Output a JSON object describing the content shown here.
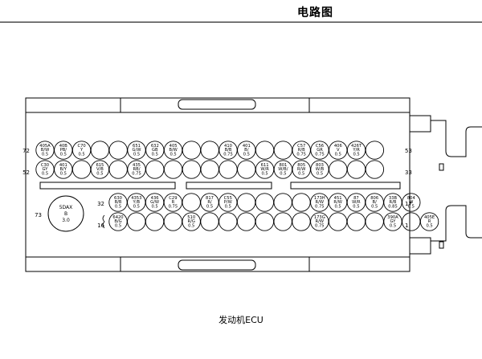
{
  "header": {
    "title": "电路图"
  },
  "caption": "发动机ECU",
  "big_pin": {
    "lines": [
      "5DAX",
      "B",
      "3.0"
    ],
    "number": "73"
  },
  "row_numbers": {
    "row1_left": "72",
    "row1_right": "53",
    "row2_left": "52",
    "row2_right": "33",
    "row3_left": "32",
    "row3_right": "17",
    "row4_left": "16",
    "row4_right": "1"
  },
  "rows": [
    [
      [
        "405A",
        "B/W",
        "0.5"
      ],
      [
        "40B",
        "PB/",
        "0.5"
      ],
      [
        "C70",
        "Y",
        "0.5"
      ],
      [
        "",
        "",
        ""
      ],
      [
        "",
        "",
        ""
      ],
      [
        "651",
        "G/W",
        "0.5"
      ],
      [
        "632",
        "GB",
        "0.5"
      ],
      [
        "405",
        "B/W",
        "0.5"
      ],
      [
        "",
        "",
        ""
      ],
      [
        "",
        "",
        ""
      ],
      [
        "410",
        "B/B",
        "0.75"
      ],
      [
        "401",
        "B/",
        "0.5"
      ],
      [
        "",
        "",
        ""
      ],
      [
        "",
        "",
        ""
      ],
      [
        "C57",
        "R/B",
        "0.75"
      ],
      [
        "C56",
        "GR",
        "0.75"
      ],
      [
        "406",
        "V",
        "0.5"
      ],
      [
        "426T",
        "Y/R",
        "0.5"
      ],
      [
        "",
        "",
        ""
      ]
    ],
    [
      [
        "C30",
        "GY",
        "0.5"
      ],
      [
        "401",
        "B/Y",
        "0.5"
      ],
      [
        "",
        "",
        ""
      ],
      [
        "615",
        "V/B",
        "0.5"
      ],
      [
        "",
        "",
        ""
      ],
      [
        "435",
        "RB/",
        "0.75"
      ],
      [
        "",
        "",
        ""
      ],
      [
        "",
        "",
        ""
      ],
      [
        "",
        "",
        ""
      ],
      [
        "",
        "",
        ""
      ],
      [
        "",
        "",
        ""
      ],
      [
        "",
        "",
        ""
      ],
      [
        "611",
        "W/R",
        "0.5"
      ],
      [
        "801",
        "W/B/",
        "0.5"
      ],
      [
        "805",
        "R/W",
        "0.5"
      ],
      [
        "803",
        "W/B",
        "0.5"
      ],
      [
        "",
        "",
        ""
      ],
      [
        "",
        "",
        ""
      ],
      [
        "",
        "",
        ""
      ]
    ],
    [
      [
        "630",
        "B/B",
        "0.5"
      ],
      [
        "4353",
        "Y/B",
        "0.5"
      ],
      [
        "436",
        "G/W",
        "0.5"
      ],
      [
        "C29",
        "R",
        "0.75"
      ],
      [
        "",
        "",
        ""
      ],
      [
        "817",
        "R/",
        "0.5"
      ],
      [
        "C55",
        "P/W",
        "0.5"
      ],
      [
        "",
        "",
        ""
      ],
      [
        "",
        "",
        ""
      ],
      [
        "",
        "",
        ""
      ],
      [
        "",
        "",
        ""
      ],
      [
        "173H",
        "R/W",
        "0.75"
      ],
      [
        "451",
        "R/W",
        "0.5"
      ],
      [
        "87",
        "W/R",
        "0.5"
      ],
      [
        "806",
        "B/",
        "0.5"
      ],
      [
        "33B",
        "R/B",
        "0.85"
      ],
      [
        "804",
        "W",
        "0.5"
      ]
    ],
    [
      [
        "6420",
        "B/G",
        "0.5"
      ],
      [
        "",
        "",
        ""
      ],
      [
        "",
        "",
        ""
      ],
      [
        "",
        "",
        ""
      ],
      [
        "510",
        "R/G",
        "0.5"
      ],
      [
        "",
        "",
        ""
      ],
      [
        "",
        "",
        ""
      ],
      [
        "",
        "",
        ""
      ],
      [
        "",
        "",
        ""
      ],
      [
        "",
        "",
        ""
      ],
      [
        "",
        "",
        ""
      ],
      [
        "173G",
        "R/W",
        "0.75"
      ],
      [
        "",
        "",
        ""
      ],
      [
        "",
        "",
        ""
      ],
      [
        "",
        "",
        ""
      ],
      [
        "390A",
        "GY",
        "0.5"
      ],
      [
        "",
        "",
        ""
      ],
      [
        "405E",
        "R",
        "0.5"
      ]
    ]
  ]
}
